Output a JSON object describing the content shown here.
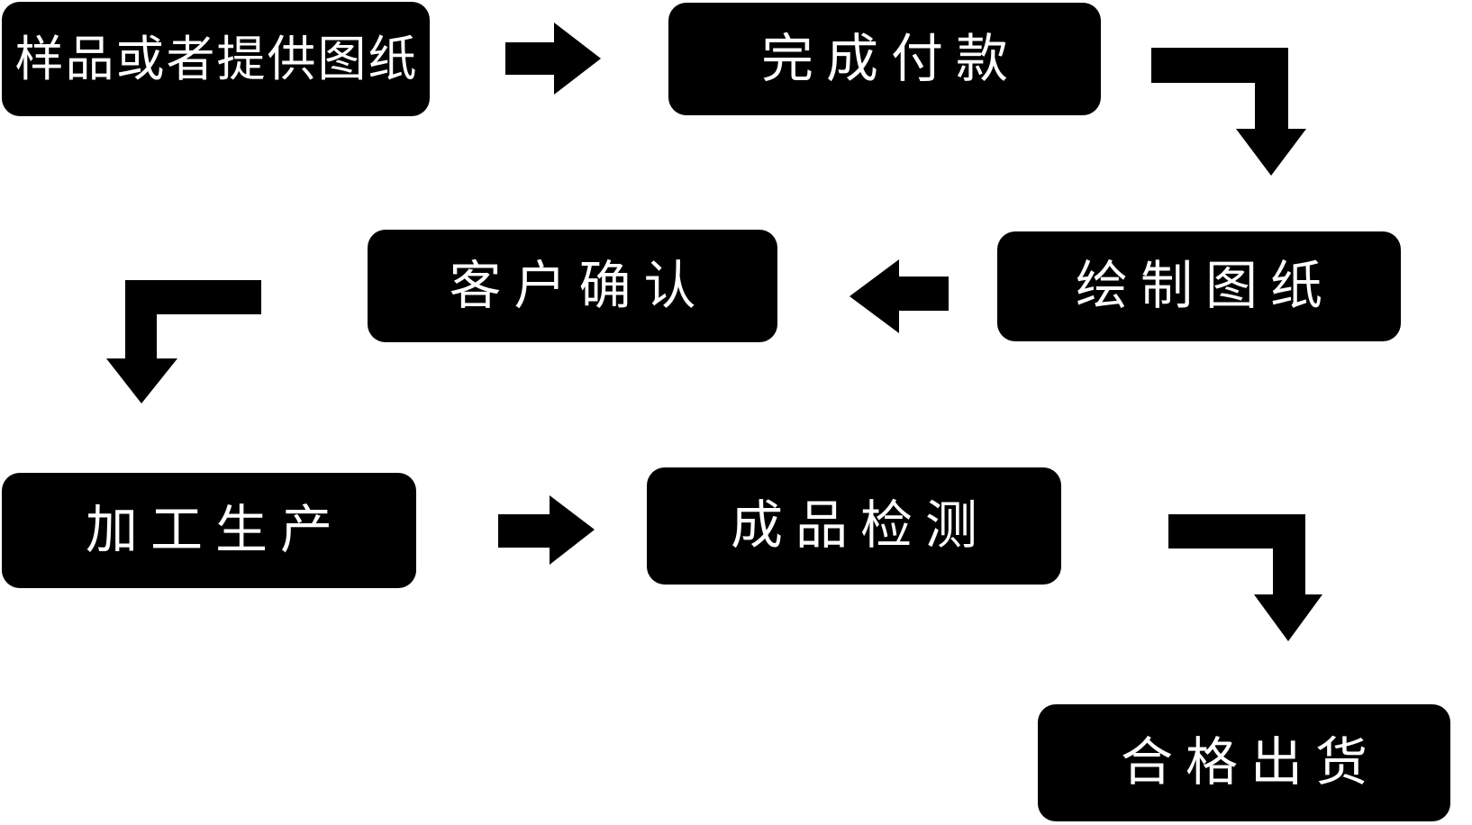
{
  "diagram": {
    "type": "flowchart",
    "background_color": "#ffffff",
    "node_fill_color": "#000000",
    "node_text_color": "#ffffff",
    "arrow_color": "#000000",
    "nodes": [
      {
        "id": "sample",
        "label": "样品或者提供图纸"
      },
      {
        "id": "payment",
        "label": "完成付款"
      },
      {
        "id": "confirm",
        "label": "客户确认"
      },
      {
        "id": "draw",
        "label": "绘制图纸"
      },
      {
        "id": "production",
        "label": "加工生产"
      },
      {
        "id": "inspection",
        "label": "成品检测"
      },
      {
        "id": "shipment",
        "label": "合格出货"
      }
    ],
    "edges": [
      {
        "from": "样品或者提供图纸",
        "to": "完成付款",
        "direction": "right"
      },
      {
        "from": "完成付款",
        "to": "绘制图纸",
        "direction": "right-then-down"
      },
      {
        "from": "绘制图纸",
        "to": "客户确认",
        "direction": "left"
      },
      {
        "from": "客户确认",
        "to": "加工生产",
        "direction": "left-then-down"
      },
      {
        "from": "加工生产",
        "to": "成品检测",
        "direction": "right"
      },
      {
        "from": "成品检测",
        "to": "合格出货",
        "direction": "right-then-down"
      }
    ]
  }
}
